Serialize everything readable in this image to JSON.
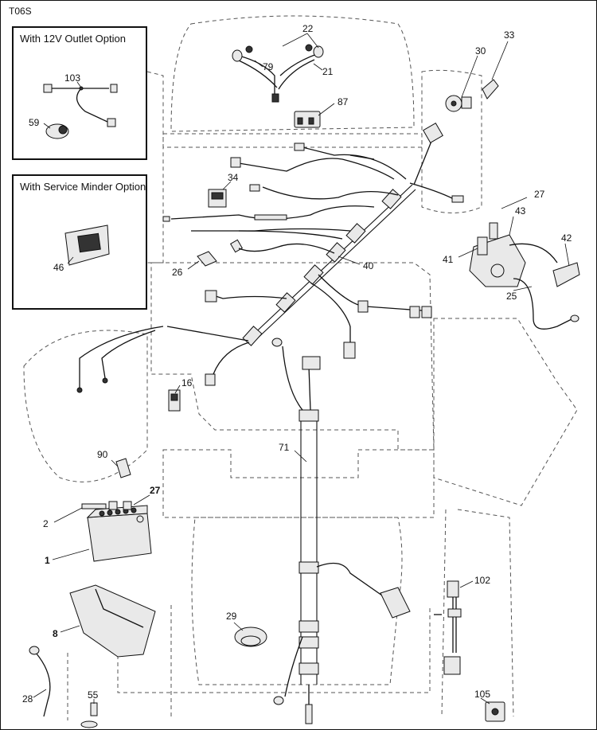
{
  "drawing_code": "T06S",
  "insets": {
    "outlet_option": {
      "title": "With 12V Outlet Option",
      "labels": [
        "103",
        "59"
      ]
    },
    "service_minder": {
      "title": "With Service Minder Option",
      "labels": [
        "46"
      ]
    }
  },
  "callouts": {
    "c22": "22",
    "c79": "79",
    "c21": "21",
    "c87": "87",
    "c30": "30",
    "c33": "33",
    "c34": "34",
    "c27a": "27",
    "c43": "43",
    "c42": "42",
    "c41": "41",
    "c25": "25",
    "c26": "26",
    "c40": "40",
    "c16": "16",
    "c71": "71",
    "c90": "90",
    "c27b": "27",
    "c2": "2",
    "c1": "1",
    "c8": "8",
    "c29": "29",
    "c102": "102",
    "c28": "28",
    "c55": "55",
    "c105": "105"
  }
}
